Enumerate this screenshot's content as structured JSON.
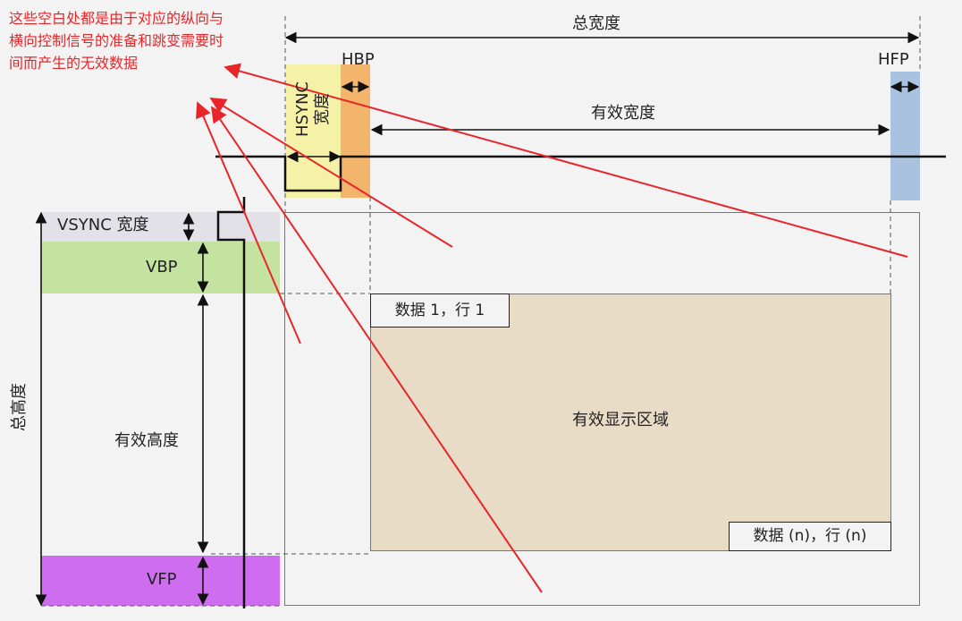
{
  "annotation": "这些空白处都是由于对应的纵向与横向控制信号的准备和跳变需要时间而产生的无效数据",
  "horizontal": {
    "total_width": "总宽度",
    "hbp": "HBP",
    "hfp": "HFP",
    "hsync_line1": "HSYNC",
    "hsync_line2": "宽度",
    "active_width": "有效宽度"
  },
  "vertical": {
    "vsync_width": "VSYNC 宽度",
    "vbp": "VBP",
    "active_height": "有效高度",
    "vfp": "VFP",
    "total_height": "总高度"
  },
  "display": {
    "area_label": "有效显示区域",
    "first_label": "数据 1，行 1",
    "last_label": "数据 (n)，行 (n)"
  },
  "colors": {
    "hsync": "#f5f1a6",
    "hbp": "#f3b46c",
    "hfp": "#a8c2e0",
    "vsync": "#e3e1e8",
    "vbp": "#c5e3a0",
    "vfp": "#cf6df0",
    "active": "#e8dcc6",
    "annotation": "#e8262a"
  }
}
